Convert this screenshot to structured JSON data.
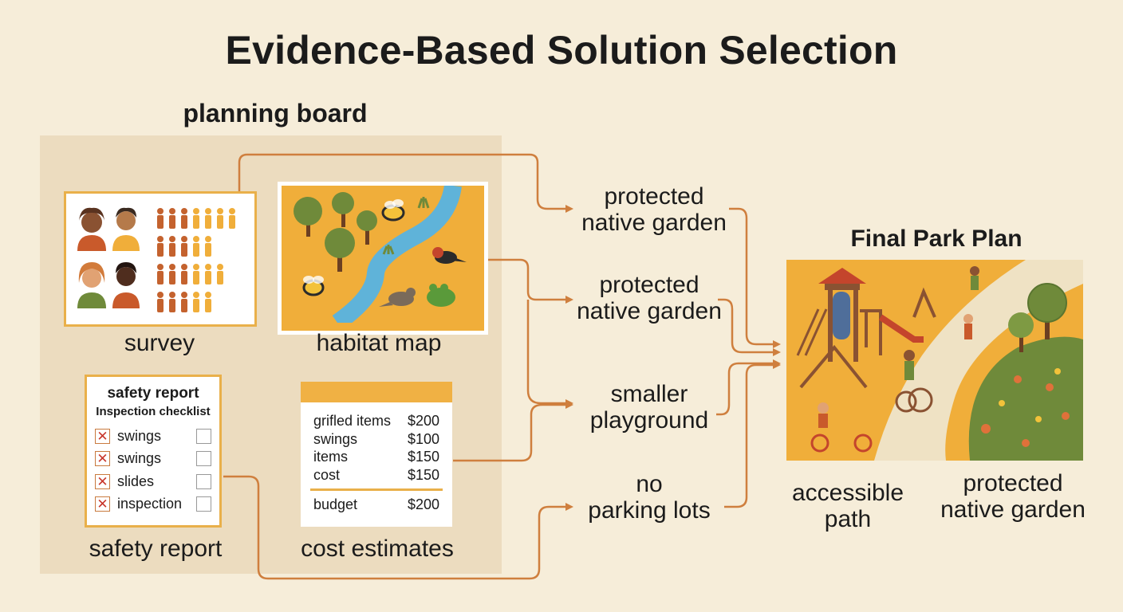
{
  "title": "Evidence-Based Solution Selection",
  "board": {
    "title": "planning board",
    "survey_label": "survey",
    "habitat_label": "habitat map",
    "safety_label": "safety report",
    "cost_label": "cost estimates"
  },
  "safety_report": {
    "heading": "safety report",
    "subheading": "Inspection checklist",
    "items": [
      "swings",
      "swings",
      "slides",
      "inspection"
    ]
  },
  "cost_estimates": {
    "rows": [
      {
        "item": "grifled items",
        "price": "$200"
      },
      {
        "item": "swings",
        "price": "$100"
      },
      {
        "item": "items",
        "price": "$150"
      },
      {
        "item": "cost",
        "price": "$150"
      }
    ],
    "total": {
      "item": "budget",
      "price": "$200"
    }
  },
  "outcomes": {
    "o1": [
      "protected",
      "native garden"
    ],
    "o2": [
      "protected",
      "native garden"
    ],
    "o3": [
      "smaller",
      "playground"
    ],
    "o4": [
      "no",
      "parking lots"
    ]
  },
  "final_plan": {
    "title": "Final Park Plan",
    "path_label": [
      "accessible",
      "path"
    ],
    "garden_label": [
      "protected",
      "native garden"
    ]
  },
  "colors": {
    "background": "#f6edd9",
    "board": "#ecdcbf",
    "arrow": "#cf7f3e",
    "accent": "#f0ae3a"
  }
}
